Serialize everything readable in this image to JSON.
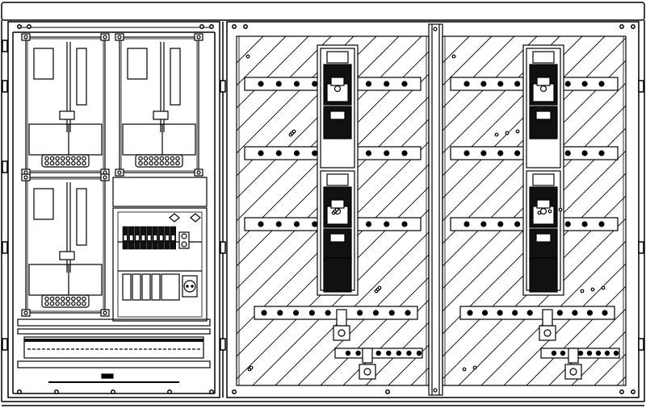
{
  "diagram": {
    "stroke_color": "#000000",
    "background_color": "#ffffff",
    "dark_fill": "#111111",
    "left_section": {
      "meter_boxes": 3,
      "terminal_holes_per_strip": 8,
      "breaker_modules": 9
    },
    "right_section": {
      "panels": 2,
      "fuse_holders_per_panel": 2,
      "busbars_per_panel": 3
    }
  }
}
